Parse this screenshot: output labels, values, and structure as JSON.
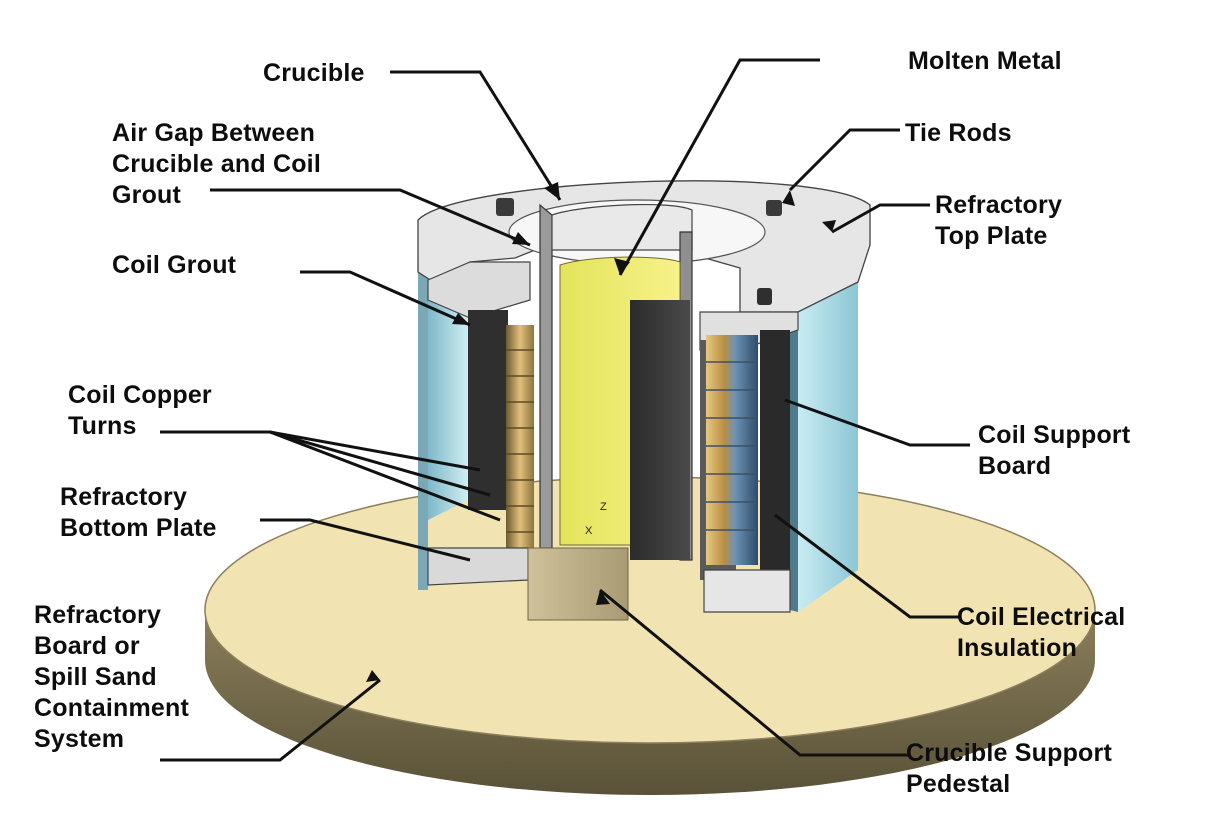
{
  "diagram": {
    "labels": {
      "crucible": "Crucible",
      "molten_metal": "Molten Metal",
      "air_gap": "Air Gap Between\nCrucible and Coil\nGrout",
      "tie_rods": "Tie Rods",
      "refractory_top_plate": "Refractory\nTop Plate",
      "coil_grout": "Coil Grout",
      "coil_copper_turns": "Coil Copper\nTurns",
      "coil_support_board": "Coil Support\nBoard",
      "refractory_bottom_plate": "Refractory\nBottom Plate",
      "coil_electrical_insulation": "Coil Electrical\nInsulation",
      "refractory_board": "Refractory\nBoard or\nSpill Sand\nContainment\nSystem",
      "crucible_support_pedestal": "Crucible Support\nPedestal"
    },
    "axis_labels": {
      "z": "Z",
      "x": "X"
    },
    "colors": {
      "base_top": "#f2e3b3",
      "base_side": "#6e6448",
      "molten_metal": "#f2ee6a",
      "refractory": "#d9d9d9",
      "coil_support": "#bfe3ea",
      "copper": "#d9b062",
      "insulation": "#7d9fbf"
    }
  }
}
